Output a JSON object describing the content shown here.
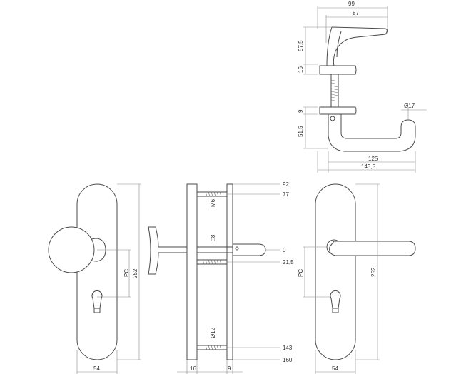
{
  "colors": {
    "line": "#4a4a4a",
    "dim": "#8a8a8a",
    "text": "#333333",
    "background": "#ffffff"
  },
  "top_view": {
    "overall_width": "99",
    "lever_width": "87",
    "height_upper": "57,5",
    "rose_thickness": "16",
    "rose_thickness_lower": "9",
    "lever_drop": "51,5",
    "grip_diameter": "Ø17",
    "lever_length": "125",
    "lever_length_total": "143,5"
  },
  "front_knob": {
    "width": "54",
    "height": "252",
    "pc": "PC"
  },
  "side_view": {
    "dim_92": "92",
    "dim_77": "77",
    "dim_0": "0",
    "dim_21_5": "21,5",
    "dim_143": "143",
    "dim_160": "160",
    "screw_size": "M6",
    "spindle": "□8",
    "bolt_diameter": "Ø12",
    "plate_thickness": "16",
    "plate_thickness_rear": "9"
  },
  "front_lever": {
    "width": "54",
    "height": "252",
    "pc": "PC"
  }
}
